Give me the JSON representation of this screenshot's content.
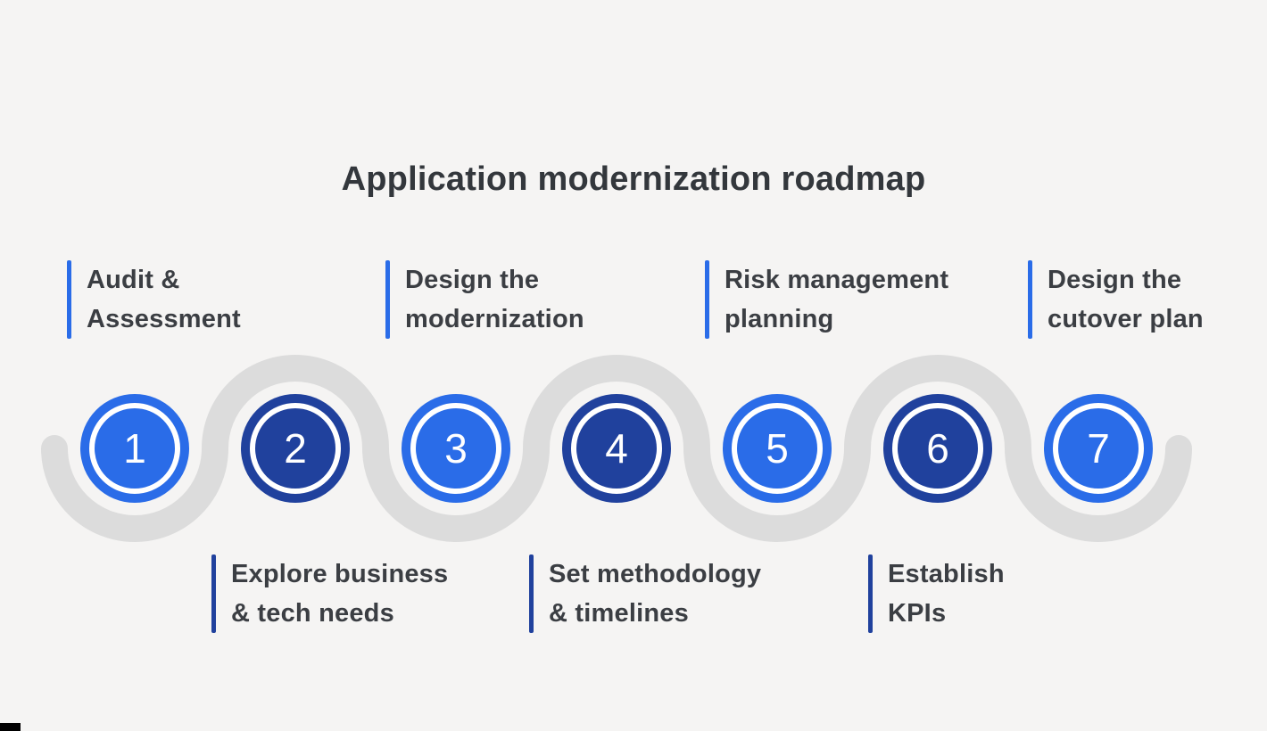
{
  "title": "Application modernization roadmap",
  "colors": {
    "background": "#f5f4f3",
    "title_text": "#33373c",
    "label_text": "#3b3e43",
    "bright_blue": "#2a6ce8",
    "navy_blue": "#20419d",
    "track_gray": "#dcdcdc",
    "circle_number_text": "#ffffff"
  },
  "steps": [
    {
      "number": "1",
      "circle_style": "bright",
      "label": {
        "line1": "Audit &",
        "line2": "Assessment",
        "position": "top",
        "bar_color": "#2a6ce8"
      }
    },
    {
      "number": "2",
      "circle_style": "navy",
      "label": {
        "line1": "Explore business",
        "line2": "& tech needs",
        "position": "bottom",
        "bar_color": "#20419d"
      }
    },
    {
      "number": "3",
      "circle_style": "bright",
      "label": {
        "line1": "Design the",
        "line2": "modernization",
        "position": "top",
        "bar_color": "#2a6ce8"
      }
    },
    {
      "number": "4",
      "circle_style": "navy",
      "label": {
        "line1": "Set methodology",
        "line2": "& timelines",
        "position": "bottom",
        "bar_color": "#20419d"
      }
    },
    {
      "number": "5",
      "circle_style": "bright",
      "label": {
        "line1": "Risk management",
        "line2": "planning",
        "position": "top",
        "bar_color": "#2a6ce8"
      }
    },
    {
      "number": "6",
      "circle_style": "navy",
      "label": {
        "line1": "Establish",
        "line2": "KPIs",
        "position": "bottom",
        "bar_color": "#20419d"
      }
    },
    {
      "number": "7",
      "circle_style": "bright",
      "label": {
        "line1": "Design the",
        "line2": "cutover plan",
        "position": "top",
        "bar_color": "#2a6ce8"
      }
    }
  ]
}
